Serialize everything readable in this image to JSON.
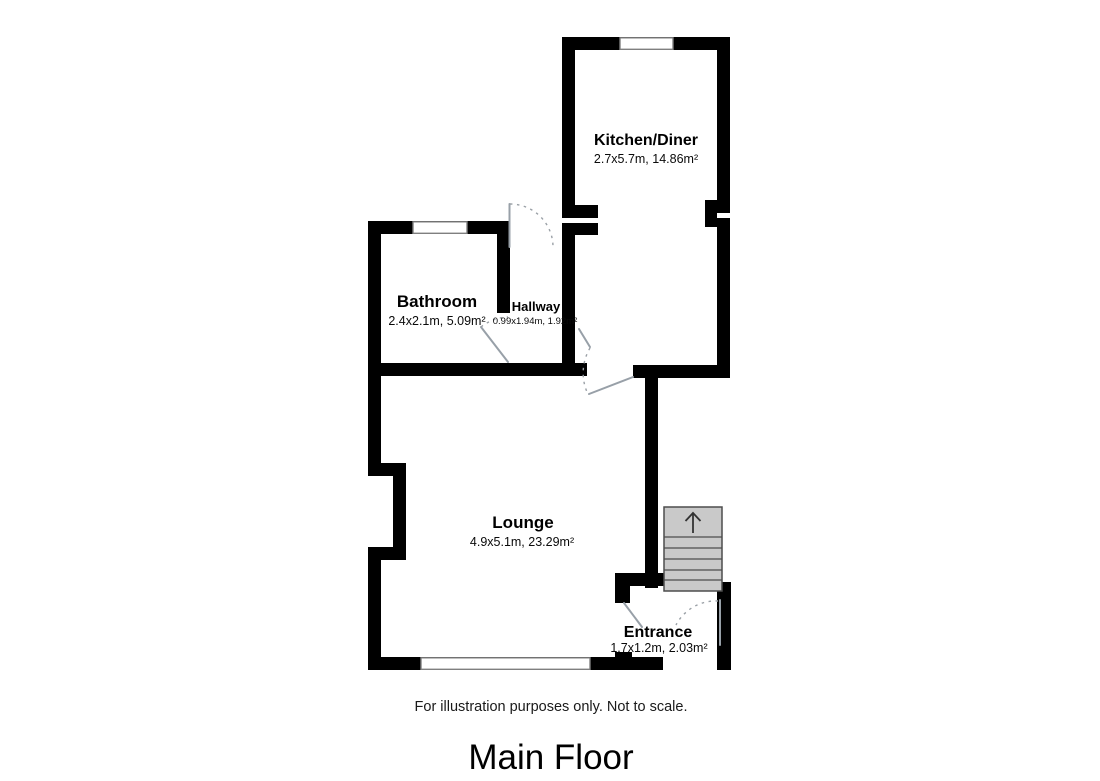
{
  "plan": {
    "title": "Main Floor",
    "disclaimer": "For illustration purposes only. Not to scale.",
    "rooms": [
      {
        "id": "kitchen",
        "name": "Kitchen/Diner",
        "dims": "2.7x5.7m, 14.86m²"
      },
      {
        "id": "bathroom",
        "name": "Bathroom",
        "dims": "2.4x2.1m, 5.09m²"
      },
      {
        "id": "hallway",
        "name": "Hallway",
        "dims": "0.99x1.94m, 1.92m²"
      },
      {
        "id": "lounge",
        "name": "Lounge",
        "dims": "4.9x5.1m, 23.29m²"
      },
      {
        "id": "entrance",
        "name": "Entrance",
        "dims": "1.7x1.2m, 2.03m²"
      }
    ],
    "icons": {
      "stairs_direction": "up-arrow"
    },
    "colors": {
      "wall": "#000000",
      "background": "#ffffff",
      "stairs_fill": "#c9c9c9",
      "stairs_border": "#4d4d4d",
      "door": "#9aa0a6",
      "window_border": "#7f7f7f"
    }
  }
}
